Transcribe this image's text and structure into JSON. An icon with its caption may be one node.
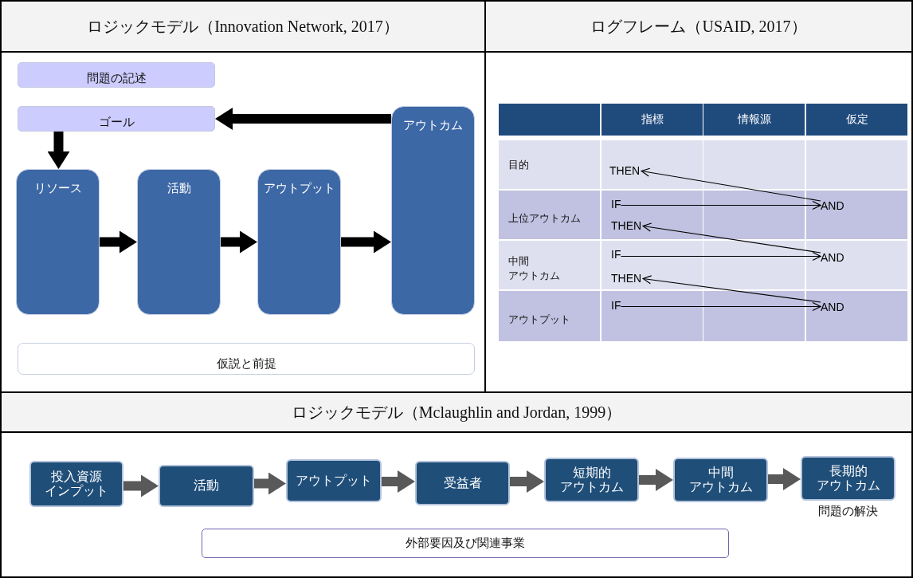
{
  "diagram": {
    "nodes": [
      {
        "text": [
          "ロジックモデル（Innovation Network, 2017）"
        ]
      },
      {
        "text": [
          "問題の記述"
        ],
        "in": 0
      },
      {
        "text": [
          "ゴール"
        ],
        "in": 0
      },
      {
        "text": [
          "リソース"
        ],
        "in": 0
      },
      {
        "text": [
          "活動"
        ],
        "in": 0
      },
      {
        "text": [
          "アウトプット"
        ],
        "in": 0
      },
      {
        "text": [
          "アウトカム"
        ],
        "in": 0
      },
      {
        "text": [
          "仮説と前提"
        ],
        "in": 0
      },
      {
        "text": [
          "ログフレーム（USAID, 2017）"
        ]
      },
      {
        "text": [
          "THEN"
        ],
        "in": 8
      },
      {
        "text": [
          "IF"
        ],
        "in": 8
      },
      {
        "text": [
          "AND"
        ],
        "in": 8
      },
      {
        "text": [
          "THEN"
        ],
        "in": 8
      },
      {
        "text": [
          "IF"
        ],
        "in": 8
      },
      {
        "text": [
          "AND"
        ],
        "in": 8
      },
      {
        "text": [
          "THEN"
        ],
        "in": 8
      },
      {
        "text": [
          "IF"
        ],
        "in": 8
      },
      {
        "text": [
          "AND"
        ],
        "in": 8
      },
      {
        "text": [
          "ロジックモデル（Mclaughlin and Jordan, 1999）"
        ]
      },
      {
        "text": [
          "投入資源インプット"
        ],
        "in": 18
      },
      {
        "text": [
          "活動"
        ],
        "in": 18
      },
      {
        "text": [
          "アウトプット"
        ],
        "in": 18
      },
      {
        "text": [
          "受益者"
        ],
        "in": 18
      },
      {
        "text": [
          "短期的アウトカム"
        ],
        "in": 18
      },
      {
        "text": [
          "中間アウトカム"
        ],
        "in": 18
      },
      {
        "text": [
          "長期的アウトカム"
        ],
        "in": 18,
        "beside": [
          "問題の解決"
        ]
      },
      {
        "text": [
          "外部要因及び関連事業"
        ],
        "in": 18
      }
    ],
    "edges": [
      {
        "from": 6,
        "to": 2,
        "arrow": "to"
      },
      {
        "from": 2,
        "to": 3,
        "arrow": "to"
      },
      {
        "from": 3,
        "to": 4,
        "arrow": "to"
      },
      {
        "from": 4,
        "to": 5,
        "arrow": "to"
      },
      {
        "from": 5,
        "to": 6,
        "arrow": "to"
      },
      {
        "from": 10,
        "to": 11,
        "arrow": "to"
      },
      {
        "from": 11,
        "to": 9,
        "arrow": "to"
      },
      {
        "from": 13,
        "to": 14,
        "arrow": "to"
      },
      {
        "from": 14,
        "to": 12,
        "arrow": "to"
      },
      {
        "from": 16,
        "to": 17,
        "arrow": "to"
      },
      {
        "from": 17,
        "to": 15,
        "arrow": "to"
      },
      {
        "from": 19,
        "to": 20,
        "arrow": "to",
        "color": "#595959"
      },
      {
        "from": 20,
        "to": 21,
        "arrow": "to",
        "color": "#595959"
      },
      {
        "from": 21,
        "to": 22,
        "arrow": "to",
        "color": "#595959"
      },
      {
        "from": 22,
        "to": 23,
        "arrow": "to",
        "color": "#595959"
      },
      {
        "from": 23,
        "to": 24,
        "arrow": "to",
        "color": "#595959"
      },
      {
        "from": 24,
        "to": 25,
        "arrow": "to",
        "color": "#595959"
      }
    ],
    "labels": [
      "指標",
      "情報源",
      "仮定",
      "目的",
      "上位アウトカム",
      "中間アウトカム",
      "アウトプット"
    ]
  }
}
